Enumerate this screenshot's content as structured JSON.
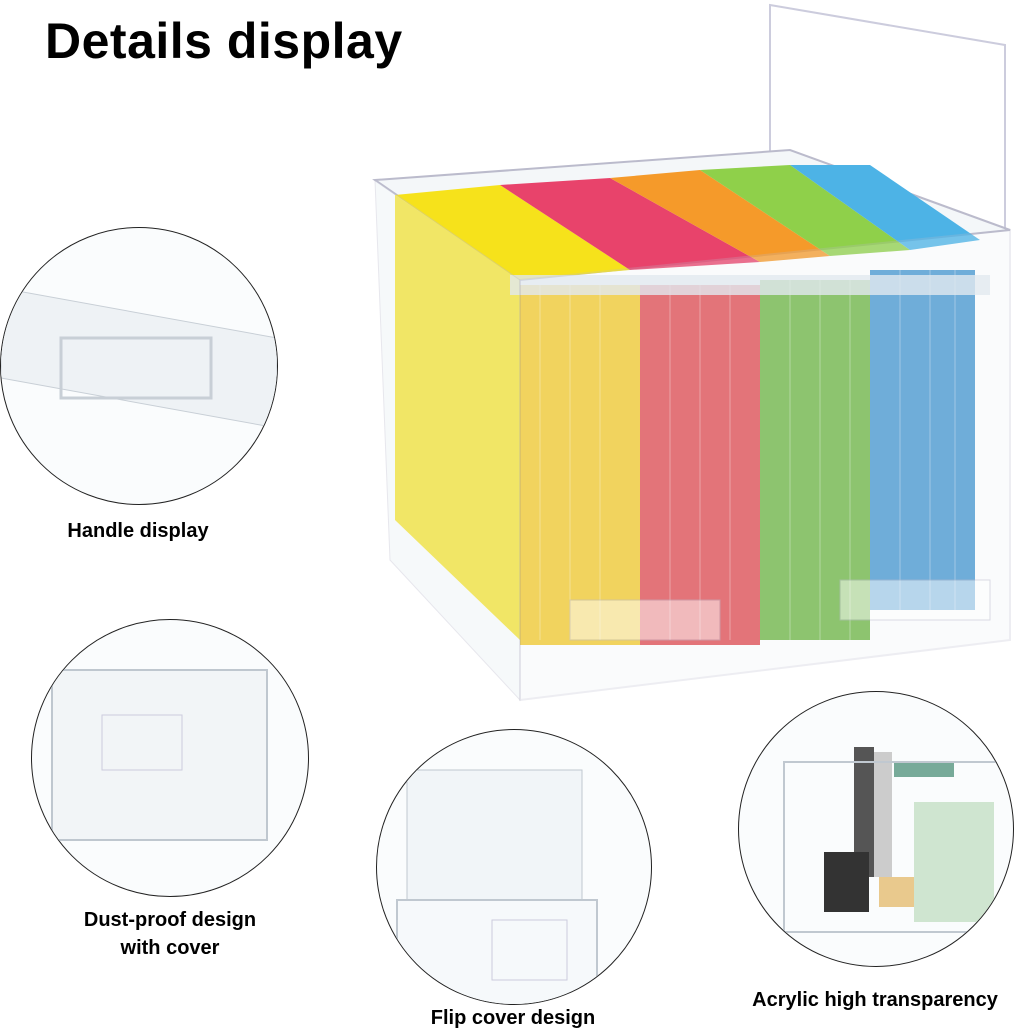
{
  "title": "Details display",
  "details": [
    {
      "label": "Handle display"
    },
    {
      "label_line1": "Dust-proof design",
      "label_line2": "with cover"
    },
    {
      "label": "Flip cover design"
    },
    {
      "label": "Acrylic high transparency"
    }
  ],
  "folder_colors": [
    "#f6e21b",
    "#e8436b",
    "#f59a2a",
    "#8fd04a",
    "#4db3e6"
  ]
}
